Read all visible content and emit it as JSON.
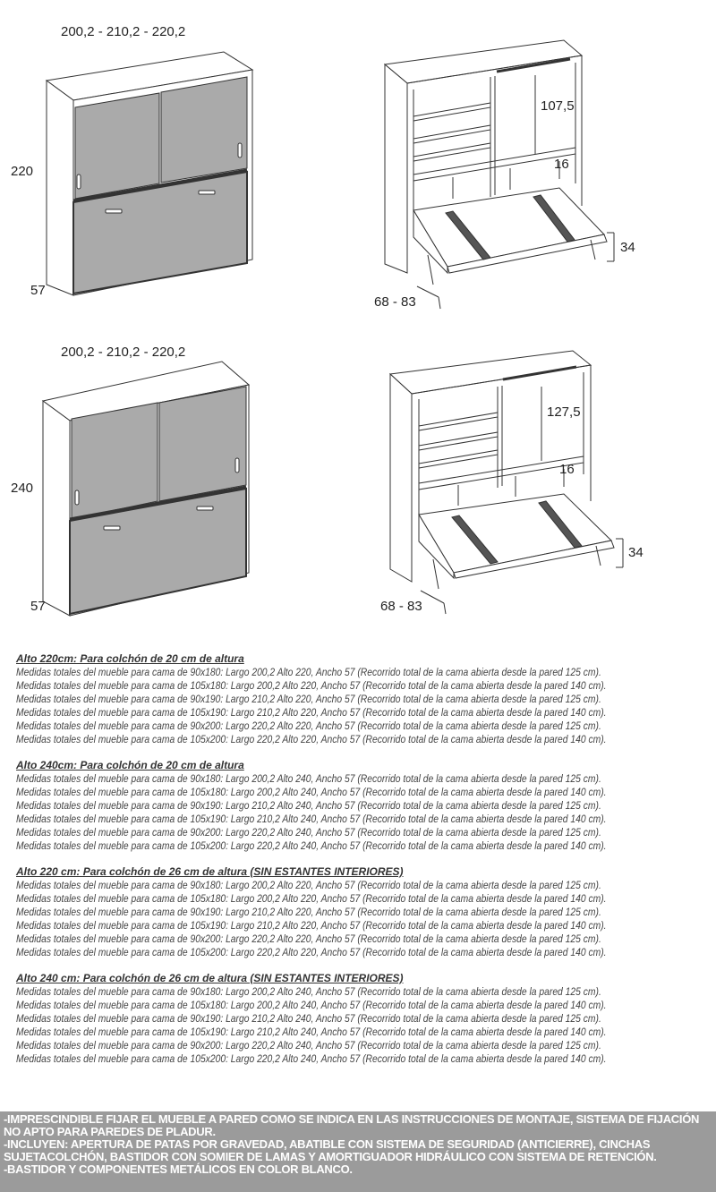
{
  "figures": {
    "top": {
      "front_width": "200,2 - 210,2 - 220,2",
      "front_height": "220",
      "front_depth": "57",
      "open_inner_height": "107,5",
      "open_shelf": "16",
      "open_bed_height": "34",
      "open_legs": "68 - 83"
    },
    "bottom": {
      "front_width": "200,2 - 210,2 - 220,2",
      "front_height": "240",
      "front_depth": "57",
      "open_inner_height": "127,5",
      "open_shelf": "16",
      "open_bed_height": "34",
      "open_legs": "68 - 83"
    }
  },
  "colors": {
    "door": "#aaaaaa",
    "notes_bg": "#9b9b9b"
  },
  "sections": [
    {
      "title": "Alto 220cm: Para colchón de 20 cm de altura",
      "lines": [
        "Medidas totales del mueble para cama de 90x180: Largo 200,2 Alto 220, Ancho 57 (Recorrido total de la cama abierta desde la pared 125 cm).",
        "Medidas totales del mueble para cama de 105x180: Largo 200,2 Alto 220, Ancho 57 (Recorrido total de la cama abierta desde la pared 140 cm).",
        "Medidas totales del mueble para cama de 90x190: Largo 210,2 Alto 220, Ancho 57 (Recorrido total de la cama abierta desde la pared 125 cm).",
        "Medidas totales del mueble para cama de 105x190: Largo 210,2 Alto 220, Ancho 57 (Recorrido total de la cama abierta desde la pared 140 cm).",
        "Medidas totales del mueble para cama de 90x200: Largo 220,2 Alto 220, Ancho 57 (Recorrido total de la cama abierta desde la pared 125 cm).",
        "Medidas totales del mueble para cama de 105x200: Largo 220,2 Alto 220, Ancho 57 (Recorrido total de la cama abierta desde la pared 140 cm)."
      ]
    },
    {
      "title": "Alto 240cm: Para colchón de 20 cm de altura",
      "lines": [
        "Medidas totales del mueble para cama de 90x180: Largo 200,2 Alto 240, Ancho 57 (Recorrido total de la cama abierta desde la pared 125 cm).",
        "Medidas totales del mueble para cama de 105x180: Largo 200,2 Alto 240, Ancho 57 (Recorrido total de la cama abierta desde la pared 140 cm).",
        "Medidas totales del mueble para cama de 90x190: Largo 210,2 Alto 240, Ancho 57 (Recorrido total de la cama abierta desde la pared 125 cm).",
        "Medidas totales del mueble para cama de 105x190: Largo 210,2 Alto 240, Ancho 57 (Recorrido total de la cama abierta desde la pared 140 cm).",
        "Medidas totales del mueble para cama de 90x200: Largo 220,2 Alto 240, Ancho 57 (Recorrido total de la cama abierta desde la pared 125 cm).",
        "Medidas totales del mueble para cama de 105x200: Largo 220,2 Alto 240, Ancho 57 (Recorrido total de la cama abierta desde la pared 140 cm)."
      ]
    },
    {
      "title": "Alto 220 cm: Para colchón de 26 cm de altura (SIN ESTANTES INTERIORES)",
      "lines": [
        "Medidas totales del mueble para cama de 90x180: Largo 200,2 Alto 220, Ancho 57 (Recorrido total de la cama abierta desde la pared 125 cm).",
        "Medidas totales del mueble para cama de 105x180: Largo 200,2 Alto 220, Ancho 57 (Recorrido total de la cama abierta desde la pared 140 cm).",
        "Medidas totales del mueble para cama de 90x190: Largo 210,2 Alto 220, Ancho 57 (Recorrido total de la cama abierta desde la pared 125 cm).",
        "Medidas totales del mueble para cama de 105x190: Largo 210,2 Alto 220, Ancho 57 (Recorrido total de la cama abierta desde la pared 140 cm).",
        "Medidas totales del mueble para cama de 90x200: Largo 220,2 Alto 220, Ancho 57 (Recorrido total de la cama abierta desde la pared 125 cm).",
        "Medidas totales del mueble para cama de 105x200: Largo 220,2 Alto 220, Ancho 57 (Recorrido total de la cama abierta desde la pared 140 cm)."
      ]
    },
    {
      "title": "Alto 240 cm: Para colchón de 26 cm de altura (SIN ESTANTES INTERIORES)",
      "lines": [
        "Medidas totales del mueble para cama de 90x180: Largo 200,2 Alto 240, Ancho 57 (Recorrido total de la cama abierta desde la pared 125 cm).",
        "Medidas totales del mueble para cama de 105x180: Largo 200,2 Alto 240, Ancho 57 (Recorrido total de la cama abierta desde la pared 140 cm).",
        "Medidas totales del mueble para cama de 90x190: Largo 210,2 Alto 240, Ancho 57 (Recorrido total de la cama abierta desde la pared 125 cm).",
        "Medidas totales del mueble para cama de 105x190: Largo 210,2 Alto 240, Ancho 57 (Recorrido total de la cama abierta desde la pared 140 cm).",
        "Medidas totales del mueble para cama de 90x200: Largo 220,2 Alto 240, Ancho 57 (Recorrido total de la cama abierta desde la pared 125 cm).",
        "Medidas totales del mueble para cama de 105x200: Largo 220,2 Alto 240, Ancho 57 (Recorrido total de la cama abierta desde la pared 140 cm)."
      ]
    }
  ],
  "notes": [
    "-IMPRESCINDIBLE FIJAR EL MUEBLE A PARED COMO SE INDICA EN LAS INSTRUCCIONES DE MONTAJE, SISTEMA DE FIJACIÓN NO APTO PARA PAREDES DE PLADUR.",
    "-INCLUYEN: APERTURA DE PATAS POR GRAVEDAD, ABATIBLE CON SISTEMA DE SEGURIDAD (ANTICIERRE), CINCHAS SUJETACOLCHÓN, BASTIDOR CON SOMIER DE LAMAS Y AMORTIGUADOR HIDRÁULICO CON SISTEMA DE RETENCIÓN.",
    "-BASTIDOR Y COMPONENTES METÁLICOS EN COLOR BLANCO."
  ]
}
